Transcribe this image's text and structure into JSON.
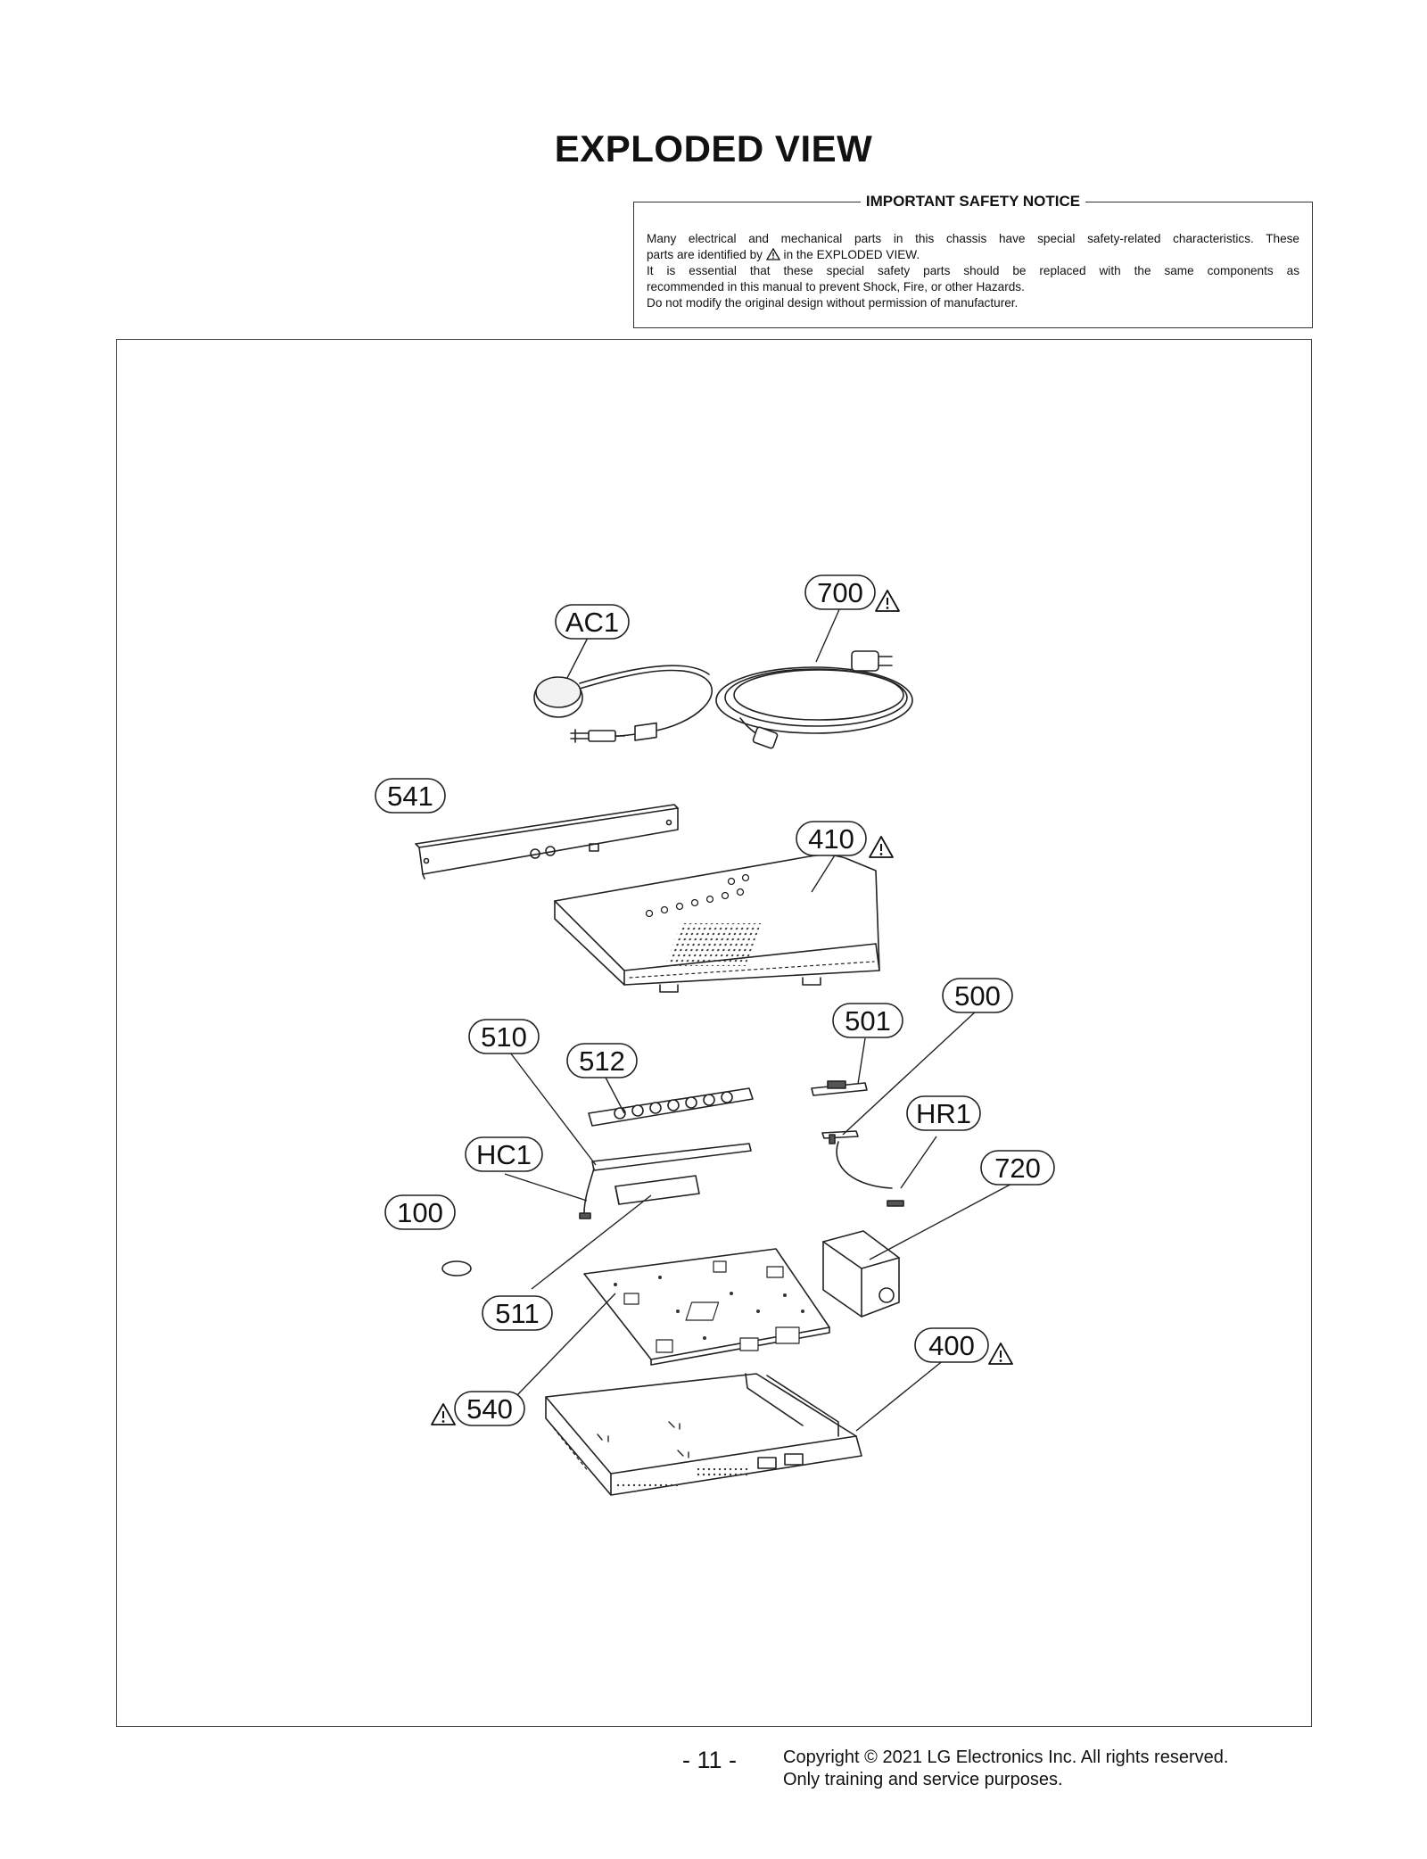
{
  "title": "EXPLODED VIEW",
  "notice": {
    "heading": "IMPORTANT SAFETY NOTICE",
    "line1": "Many electrical and mechanical parts in this chassis have special safety-related characteristics. These",
    "line2a": "parts are identified by",
    "line2b": "in the EXPLODED VIEW.",
    "line3": "It is essential that these special safety parts should be replaced with the same components as",
    "line4": "recommended in this manual to prevent Shock, Fire, or other Hazards.",
    "line5": "Do not modify the original design without permission of manufacturer."
  },
  "callouts": {
    "c700": "700",
    "cAC1": "AC1",
    "c541": "541",
    "c410": "410",
    "c500": "500",
    "c501": "501",
    "c510": "510",
    "c512": "512",
    "cHR1": "HR1",
    "cHC1": "HC1",
    "c720": "720",
    "c100": "100",
    "c511": "511",
    "c400": "400",
    "c540": "540"
  },
  "safety_marked_parts": [
    "700",
    "410",
    "400",
    "540"
  ],
  "icons": {
    "safety": "warning-triangle-icon"
  },
  "footer": {
    "page_number": "- 11 -",
    "copyright_line1": "Copyright © 2021 LG Electronics Inc. All rights reserved.",
    "copyright_line2": "Only training and service purposes."
  }
}
